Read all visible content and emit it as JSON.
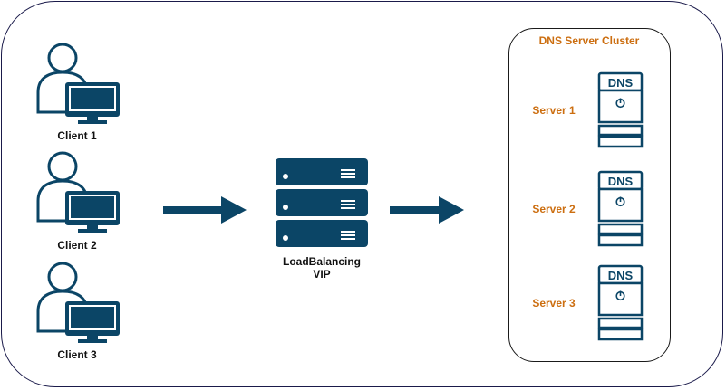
{
  "diagram": {
    "clients": [
      {
        "label": "Client 1"
      },
      {
        "label": "Client 2"
      },
      {
        "label": "Client 3"
      }
    ],
    "load_balancer": {
      "label_line1": "LoadBalancing",
      "label_line2": "VIP"
    },
    "cluster": {
      "title": "DNS Server Cluster",
      "servers": [
        {
          "label": "Server 1",
          "badge": "DNS"
        },
        {
          "label": "Server 2",
          "badge": "DNS"
        },
        {
          "label": "Server 3",
          "badge": "DNS"
        }
      ]
    },
    "icons": {
      "client": "user-computer-icon",
      "load_balancer": "server-rack-icon",
      "dns_server": "dns-server-icon",
      "arrow": "arrow-right-icon"
    },
    "colors": {
      "icon": "#0b4566",
      "server_label": "#cc6e10",
      "frame": "#1a1a4a"
    }
  }
}
